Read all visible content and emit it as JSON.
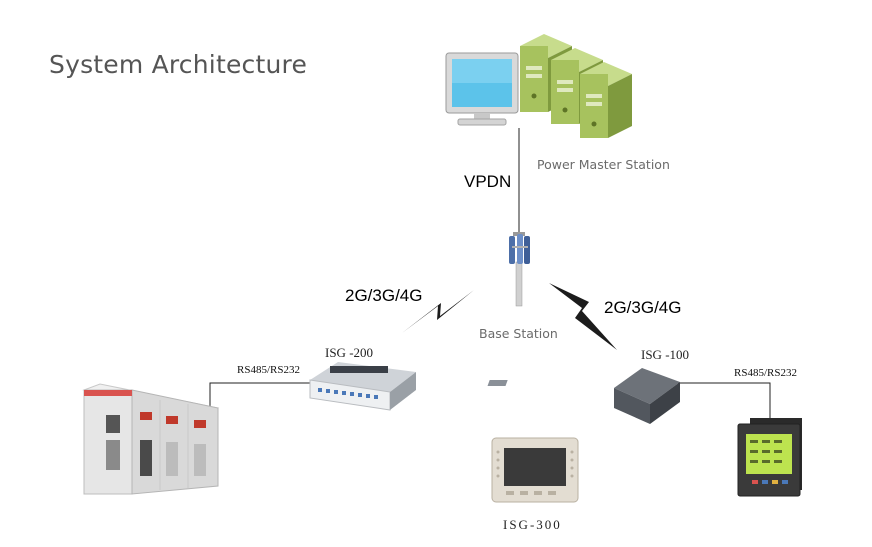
{
  "title": "System Architecture",
  "labels": {
    "master_station": "Power Master Station",
    "vpdn": "VPDN",
    "base_station": "Base Station",
    "network_left": "2G/3G/4G",
    "network_right": "2G/3G/4G",
    "isg200": "ISG -200",
    "isg100": "ISG -100",
    "isg300": "ISG-300",
    "rs_left": "RS485/RS232",
    "rs_right": "RS485/RS232"
  },
  "colors": {
    "server_green": "#9bb85a",
    "monitor_screen": "#4fb8e0",
    "lightning": "#1c1c1c",
    "cabinet": "#e8e8e8",
    "meter_screen": "#b8e04a"
  },
  "icons": [
    "computer-icon",
    "server-icon",
    "tower-icon",
    "lightning-icon",
    "cabinet-icon",
    "gateway-icon",
    "hmi-panel-icon",
    "power-meter-icon"
  ]
}
